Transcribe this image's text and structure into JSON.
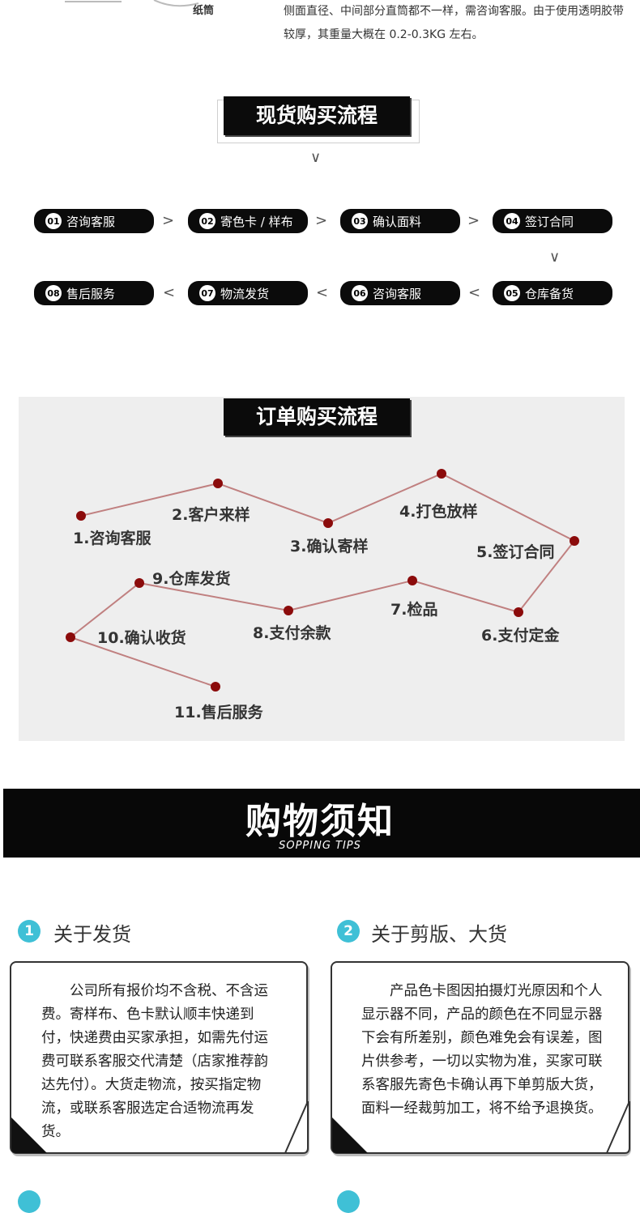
{
  "top_partial": {
    "sketch_label": "纸筒",
    "description": "侧面直径、中间部分直筒都不一样，需咨询客服。由于使用透明胶带较厚，其重量大概在 0.2-0.3KG 左右。"
  },
  "spot_process": {
    "title": "现货购买流程",
    "steps": [
      {
        "num": "01",
        "label": "咨询客服"
      },
      {
        "num": "02",
        "label": "寄色卡 / 样布"
      },
      {
        "num": "03",
        "label": "确认面料"
      },
      {
        "num": "04",
        "label": "签订合同"
      },
      {
        "num": "05",
        "label": "仓库备货"
      },
      {
        "num": "06",
        "label": "咨询客服"
      },
      {
        "num": "07",
        "label": "物流发货"
      },
      {
        "num": "08",
        "label": "售后服务"
      }
    ],
    "arrow_right": ">",
    "arrow_left": "<",
    "arrow_down": "∨"
  },
  "order_process": {
    "title": "订单购买流程",
    "steps": [
      "1.咨询客服",
      "2.客户来样",
      "3.确认寄样",
      "4.打色放样",
      "5.签订合同",
      "6.支付定金",
      "7.检品",
      "8.支付余款",
      "9.仓库发货",
      "10.确认收货",
      "11.售后服务"
    ],
    "line_color": "#c08080",
    "dot_color": "#8b0b0b"
  },
  "tips": {
    "title": "购物须知",
    "subtitle": "SOPPING    TIPS",
    "items": [
      {
        "num": "1",
        "heading": "关于发货",
        "body": "公司所有报价均不含税、不含运费。寄样布、色卡默认顺丰快递到付，快递费由买家承担，如需先付运费可联系客服交代清楚（店家推荐韵达先付）。大货走物流，按买指定物流，或联系客服选定合适物流再发货。"
      },
      {
        "num": "2",
        "heading": "关于剪版、大货",
        "body": "产品色卡图因拍摄灯光原因和个人显示器不同，产品的颜色在不同显示器下会有所差别，颜色难免会有误差，图片供参考，一切以实物为准，买家可联系客服先寄色卡确认再下单剪版大货，面料一经裁剪加工，将不给予退换货。"
      }
    ],
    "badge_color": "#3fc0d6"
  }
}
